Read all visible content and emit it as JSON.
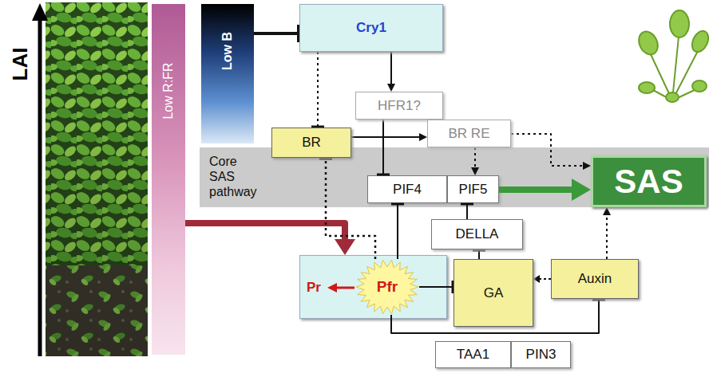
{
  "diagram": {
    "nodes": [
      {
        "text": [
          "Low R:FR"
        ]
      },
      {
        "text": [
          "Low B"
        ]
      },
      {
        "text": [
          "Cry1"
        ]
      },
      {
        "text": [
          "HFR1?"
        ]
      },
      {
        "text": [
          "BR"
        ]
      },
      {
        "text": [
          "BR RE"
        ]
      },
      {
        "text": [
          "Core SAS pathway"
        ]
      },
      {
        "text": [
          "PIF4"
        ],
        "in": 6
      },
      {
        "text": [
          "PIF5"
        ],
        "in": 6
      },
      {
        "text": [
          "SAS"
        ]
      },
      {
        "text": [
          "DELLA"
        ]
      },
      {
        "text": [
          "Pr"
        ]
      },
      {
        "text": [
          "Pfr"
        ],
        "in": 11
      },
      {
        "text": [
          "GA"
        ]
      },
      {
        "text": [
          "Auxin"
        ]
      },
      {
        "text": [
          "TAA1"
        ]
      },
      {
        "text": [
          "PIN3"
        ]
      }
    ],
    "edges": [
      {
        "from": 1,
        "to": 2,
        "arrow": "to"
      },
      {
        "from": 2,
        "to": 3,
        "arrow": "to"
      },
      {
        "from": 2,
        "to": 4,
        "arrow": "to"
      },
      {
        "from": 3,
        "to": 7,
        "arrow": "to"
      },
      {
        "from": 4,
        "to": 5,
        "arrow": "to"
      },
      {
        "from": 5,
        "to": 8,
        "arrow": "to"
      },
      {
        "from": 5,
        "to": 9,
        "arrow": "to"
      },
      {
        "from": 8,
        "to": 9,
        "arrow": "to"
      },
      {
        "from": 0,
        "to": 11,
        "arrow": "to"
      },
      {
        "from": 12,
        "to": 4,
        "arrow": "to"
      },
      {
        "from": 12,
        "to": 7,
        "arrow": "to"
      },
      {
        "from": 10,
        "to": 8,
        "arrow": "to"
      },
      {
        "from": 13,
        "to": 10,
        "arrow": "to"
      },
      {
        "from": 12,
        "to": 13,
        "arrow": "to"
      },
      {
        "from": 14,
        "to": 13,
        "arrow": "to"
      },
      {
        "from": 14,
        "to": 9,
        "arrow": "to"
      },
      {
        "from": 12,
        "to": 14,
        "arrow": "to"
      }
    ],
    "labels": [
      "LAI"
    ]
  }
}
